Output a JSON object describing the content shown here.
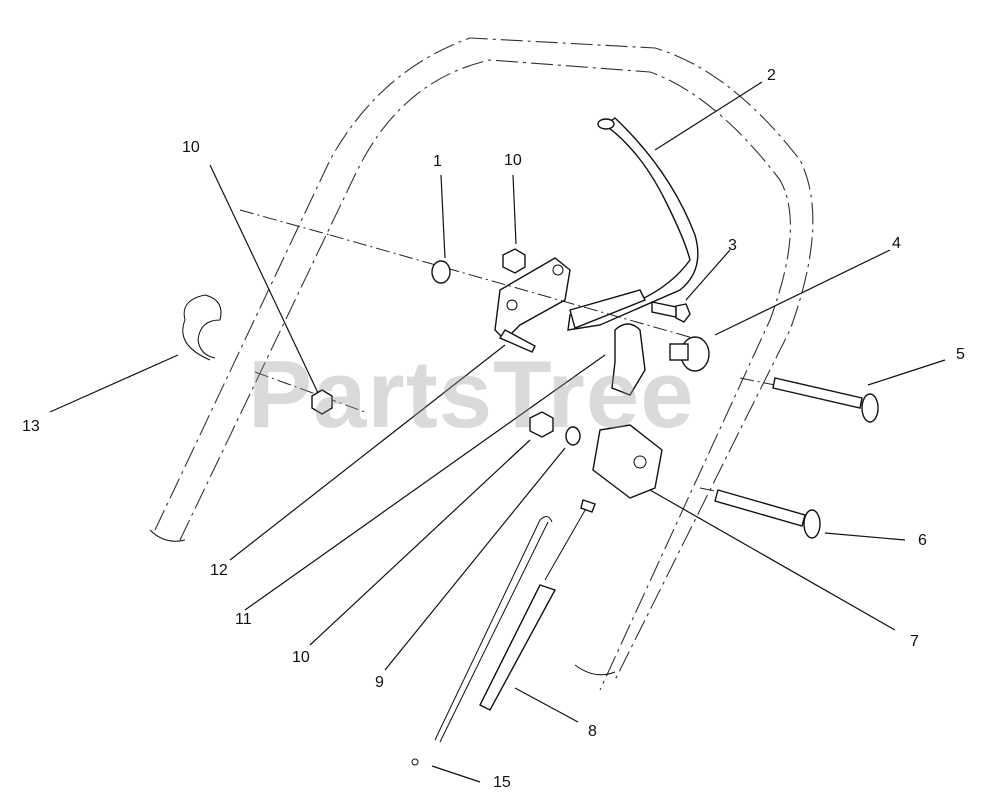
{
  "watermark": "PartsTree",
  "callouts": [
    "1",
    "2",
    "3",
    "4",
    "5",
    "6",
    "7",
    "8",
    "9",
    "10",
    "10",
    "10",
    "11",
    "12",
    "13",
    "15"
  ],
  "parts": {
    "handle_frame": "upper-handle-frame",
    "bail": "bail",
    "bolts": [
      "short-bolt",
      "long-bolt",
      "carriage-bolt"
    ],
    "cables": [
      "control-cable",
      "throttle-cable"
    ]
  }
}
